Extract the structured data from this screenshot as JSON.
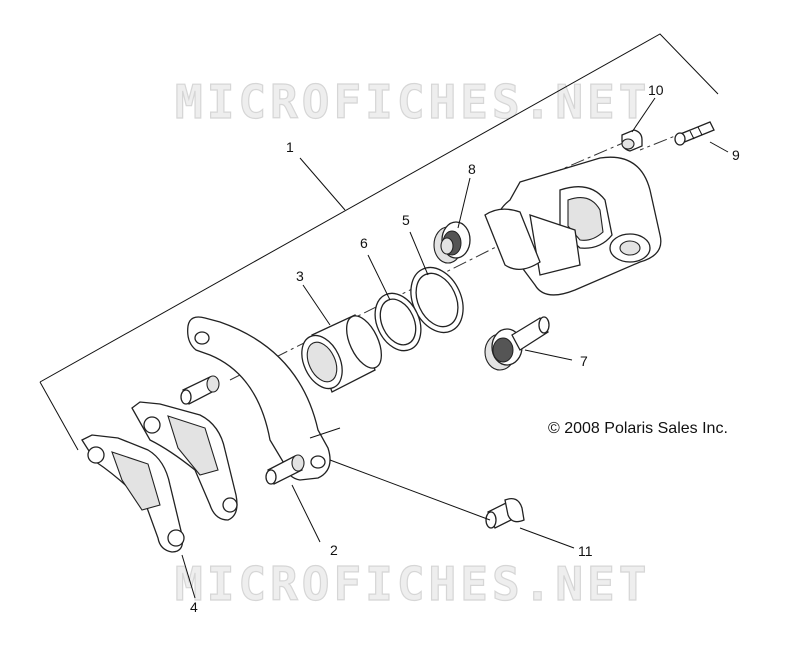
{
  "watermark": "MICROFICHES.NET",
  "copyright": "© 2008 Polaris Sales Inc.",
  "callouts": [
    "1",
    "2",
    "3",
    "4",
    "5",
    "6",
    "7",
    "8",
    "9",
    "10",
    "11"
  ],
  "colors": {
    "line": "#222222",
    "watermark_fill": "#eeeeee",
    "watermark_stroke": "#d6d6d6"
  }
}
